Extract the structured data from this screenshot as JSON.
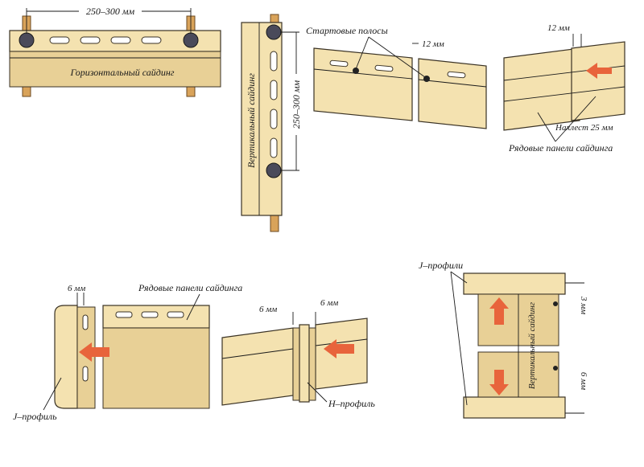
{
  "panel1": {
    "dimension": "250–300 мм",
    "caption": "Горизонтальный сайдинг"
  },
  "panel2": {
    "dimension": "250–300 мм",
    "caption": "Вертикальный сайдинг"
  },
  "panel3": {
    "starter_label": "Стартовые полосы",
    "gap": "12 мм"
  },
  "panel4": {
    "gap": "12 мм",
    "overlap": "Нахлест 25 мм",
    "rows_label": "Рядовые панели сайдинга"
  },
  "panel5": {
    "gap": "6 мм",
    "rows_label": "Рядовые панели сайдинга",
    "j_label": "J–профиль"
  },
  "panel6": {
    "gap_left": "6 мм",
    "gap_right": "6 мм",
    "h_label": "H–профиль"
  },
  "panel7": {
    "j_label": "J–профили",
    "caption": "Вертикальный сайдинг",
    "gap_top": "3 мм",
    "gap_bottom": "6 мм"
  },
  "colors": {
    "panel": "#f4e2b0",
    "wood": "#d9a35a",
    "arrow": "#e8643c"
  }
}
